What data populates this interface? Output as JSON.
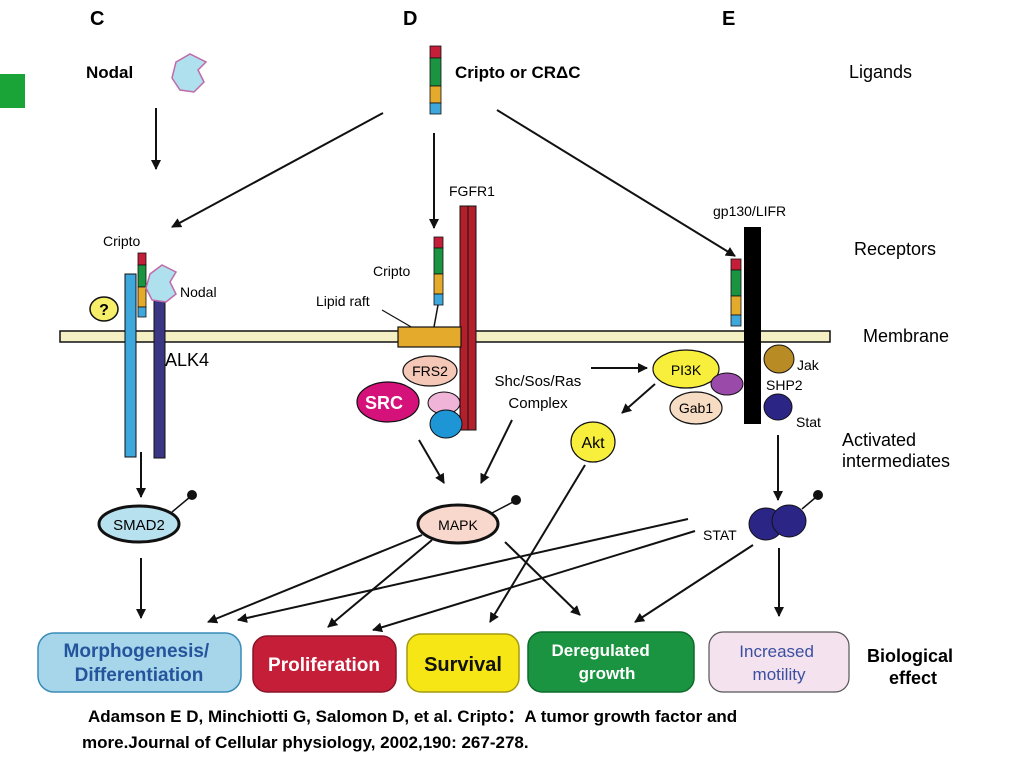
{
  "panels": [
    "C",
    "D",
    "E"
  ],
  "rows": {
    "ligands": "Ligands",
    "receptors": "Receptors",
    "membrane": "Membrane",
    "activated": [
      "Activated",
      "intermediates"
    ],
    "effect": [
      "Biological",
      "effect"
    ]
  },
  "ligands": {
    "nodal": "Nodal",
    "cripto": "Cripto or CRΔC"
  },
  "receptors": {
    "cripto_c": "Cripto",
    "nodal_c": "Nodal",
    "question": "?",
    "alk4": "ALK4",
    "fgfr1": "FGFR1",
    "cripto_d": "Cripto",
    "lipid_raft": "Lipid raft",
    "gp130": "gp130/LIFR"
  },
  "intermediates": {
    "frs2": "FRS2",
    "src": "SRC",
    "shc": [
      "Shc/Sos/Ras",
      "Complex"
    ],
    "pi3k": "PI3K",
    "gab1": "Gab1",
    "akt": "Akt",
    "jak": "Jak",
    "shp2": "SHP2",
    "stat_small": "Stat",
    "smad2": "SMAD2",
    "mapk": "MAPK",
    "stat": "STAT"
  },
  "effects": {
    "morpho": [
      "Morphogenesis/",
      "Differentiation"
    ],
    "prolif": "Proliferation",
    "survival": "Survival",
    "dereg": [
      "Deregulated",
      "growth"
    ],
    "motility": [
      "Increased",
      "motility"
    ]
  },
  "citation": {
    "line1": "Adamson E D, Minchiotti G, Salomon D, et al. Cripto：A tumor growth factor and",
    "line2": "more.Journal of Cellular physiology, 2002,190: 267-278."
  },
  "colors": {
    "membrane": "#f4f0c4",
    "slide_accent": "#1aa336",
    "nodal": "#aee0ee",
    "alk4_light": "#3ea8dc",
    "alk4_dark": "#3a3684",
    "fgfr1": "#b3202c",
    "lipid_raft": "#e4aa2c",
    "frs2": "#f4c7b7",
    "src": "#d5127a",
    "pi3k": "#f7ef3c",
    "gab1": "#f7dcc4",
    "jak": "#b98b25",
    "stat_node": "#2b2585",
    "smad2": "#b7e1ef",
    "mapk": "#f8d8cc",
    "morpho": "#a7d6ea",
    "prolif": "#c41e39",
    "survival": "#f7e615",
    "dereg": "#1a9440",
    "motility": "#f4e2ee"
  }
}
